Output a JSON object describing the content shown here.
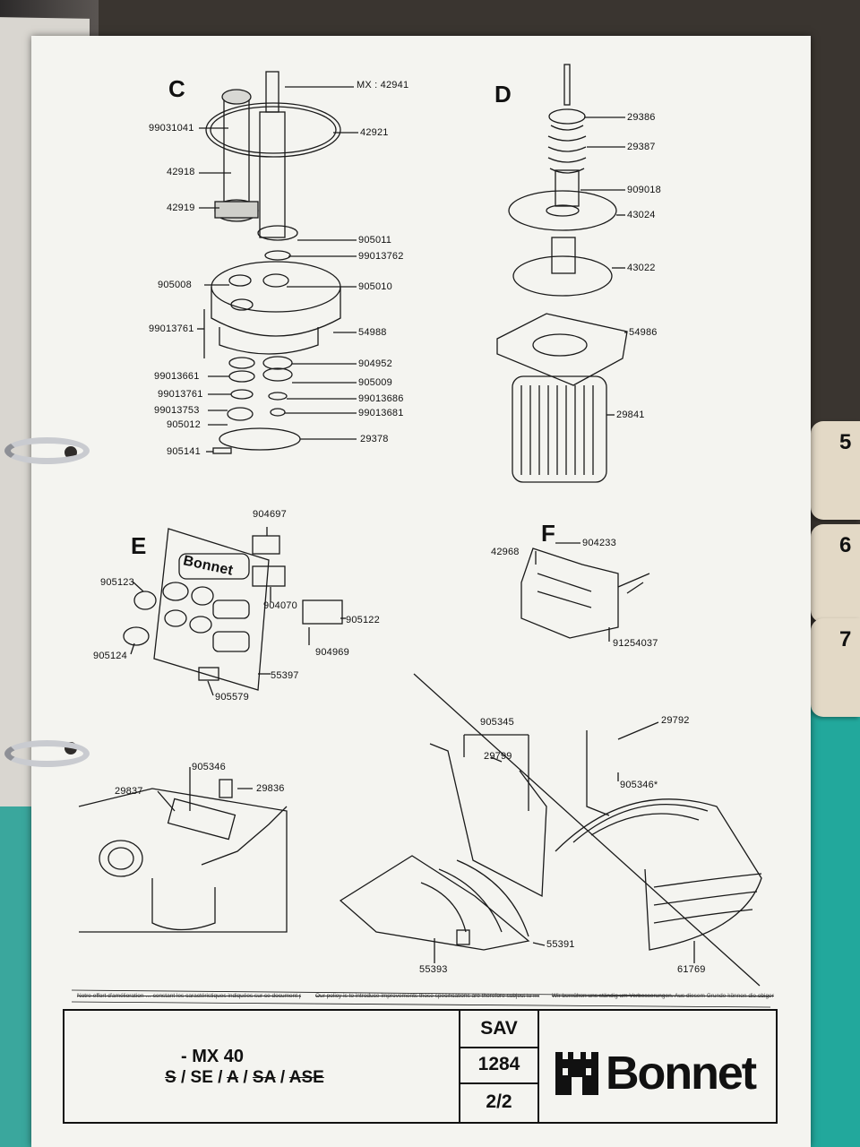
{
  "tabs": [
    "5",
    "6",
    "7"
  ],
  "sections": {
    "C": {
      "letter": "C",
      "labels": [
        "MX : 42941",
        "42921",
        "99031041",
        "42918",
        "42919",
        "905011",
        "99013762",
        "905008",
        "905010",
        "99013761",
        "54988",
        "904952",
        "99013661",
        "905009",
        "99013761",
        "99013686",
        "99013753",
        "99013681",
        "905012",
        "29378",
        "905141"
      ]
    },
    "D": {
      "letter": "D",
      "labels": [
        "29386",
        "29387",
        "909018",
        "43024",
        "43022",
        "54986",
        "29841"
      ]
    },
    "E": {
      "letter": "E",
      "panel_brand": "Bonnet",
      "labels": [
        "904697",
        "905123",
        "904070",
        "905122",
        "905124",
        "904969",
        "55397",
        "905579"
      ]
    },
    "F": {
      "letter": "F",
      "labels": [
        "42968",
        "904233",
        "91254037"
      ]
    },
    "lower_left": {
      "labels": [
        "905346",
        "29837",
        "29836"
      ]
    },
    "lower_right": {
      "labels": [
        "905345",
        "29792",
        "29799",
        "905346*",
        "55391",
        "55393",
        "61769"
      ]
    }
  },
  "footer_notice": [
    "Notre effort d'amélioration … constant les caractéristiques indiquées sur ce document peuvent être modifiées sans préavis",
    "Our policy is to introduce improvements those specifications are therefore subject to modifications without prior notice",
    "Wir bemühen uns ständig um Verbesserungen. Aus diesem Grunde können die obigen Angaben eventuell ungültig werden"
  ],
  "title_block": {
    "model": "- MX 40",
    "variants_struck": [
      "S",
      "A",
      "SA",
      "ASE"
    ],
    "variants_kept": [
      "SE"
    ],
    "sav": "SAV",
    "number": "1284",
    "page": "2/2",
    "brand": "Bonnet"
  }
}
